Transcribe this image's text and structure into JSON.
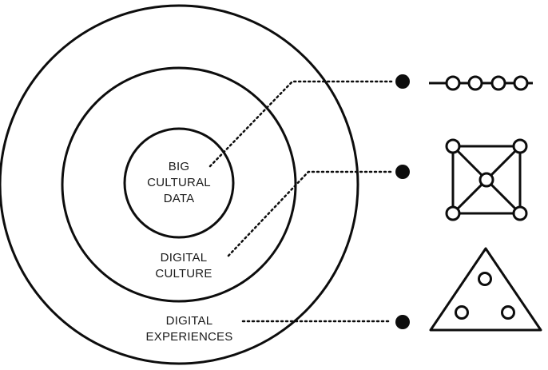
{
  "diagram": {
    "rings": [
      {
        "id": "core",
        "label_lines": [
          "BIG",
          "CULTURAL",
          "DATA"
        ]
      },
      {
        "id": "middle",
        "label_lines": [
          "DIGITAL",
          "CULTURE"
        ]
      },
      {
        "id": "outer",
        "label_lines": [
          "DIGITAL",
          "EXPERIENCES"
        ]
      }
    ],
    "icons": [
      "chain-of-nodes-icon",
      "network-graph-icon",
      "triangle-cluster-icon"
    ],
    "colors": {
      "ink": "#0d0d0d",
      "background": "#ffffff"
    }
  }
}
